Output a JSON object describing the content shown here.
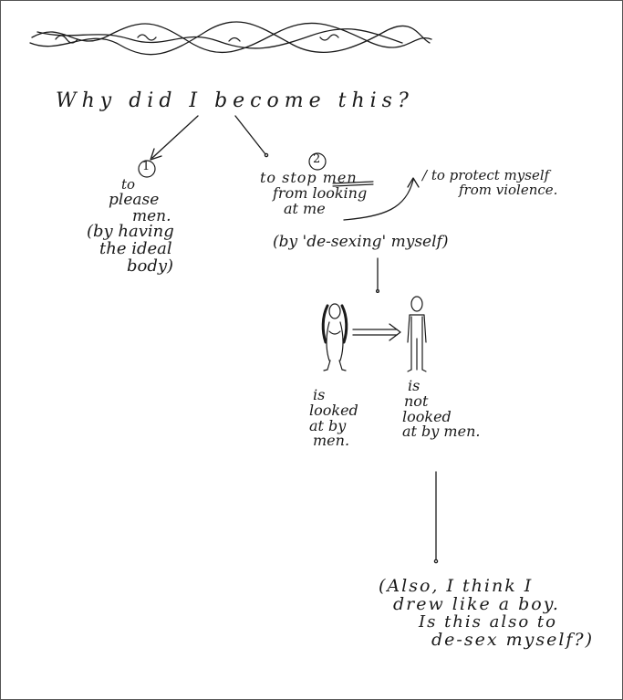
{
  "question": "Why did I become this?",
  "branch_one": {
    "number": "1",
    "reason": [
      "to",
      "please",
      "men."
    ],
    "detail": [
      "(by having",
      "the ideal",
      "body)"
    ]
  },
  "branch_two": {
    "number": "2",
    "reason": [
      "to stop men",
      "from looking",
      "at me"
    ],
    "side_note": [
      "/ to protect myself",
      "from violence."
    ],
    "detail": "(by 'de-sexing' myself)"
  },
  "figure_female_caption": [
    "is",
    "looked",
    "at by",
    "men."
  ],
  "figure_male_caption": [
    "is",
    "not",
    "looked",
    "at by men."
  ],
  "closing_note": [
    "(Also, I think I",
    "drew like a boy.",
    "Is this also to",
    "de-sex myself?)"
  ],
  "colors": {
    "ink": "#1a1a1a",
    "paper": "#ffffff",
    "frame": "#555555"
  }
}
